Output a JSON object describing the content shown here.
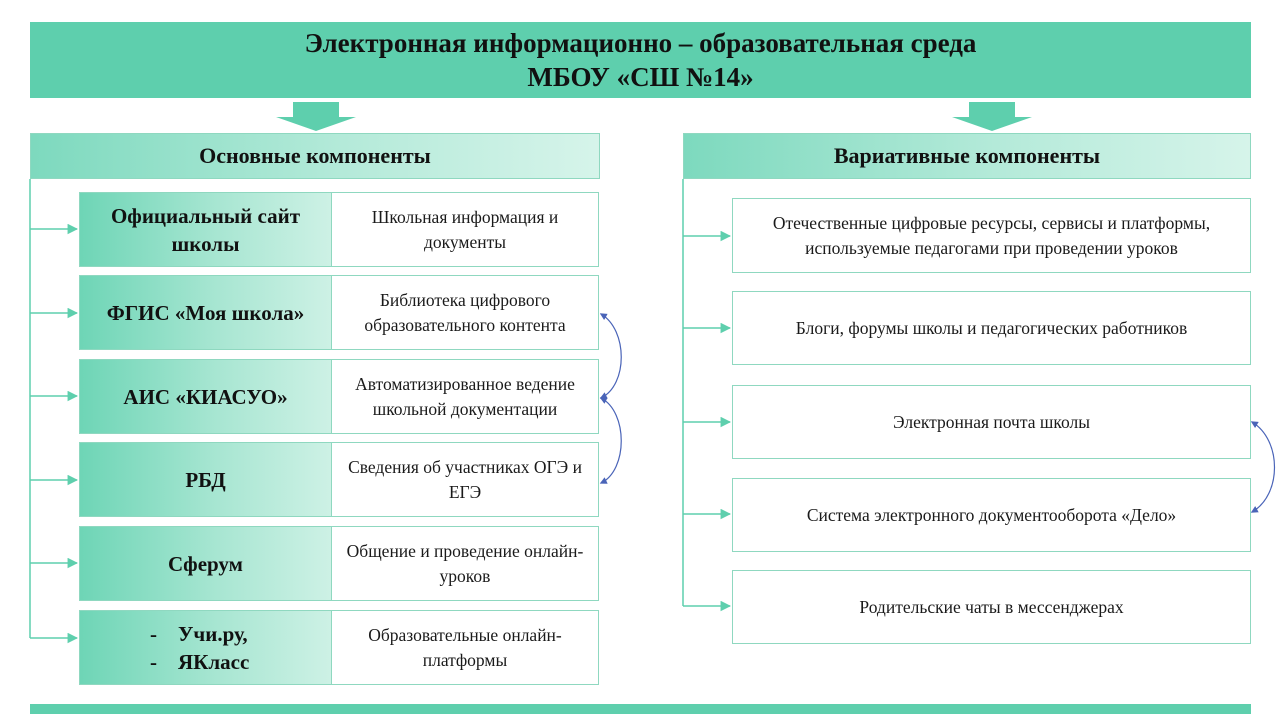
{
  "title": {
    "line1": "Электронная информационно – образовательная среда",
    "line2": "МБОУ «СШ №14»"
  },
  "main_components": {
    "header": "Основные компоненты",
    "rows": [
      {
        "name_lines": [
          "Официальный сайт школы"
        ],
        "description": "Школьная информация  и документы"
      },
      {
        "name_lines": [
          "ФГИС «Моя школа»"
        ],
        "description": "Библиотека цифрового образовательного контента"
      },
      {
        "name_lines": [
          "АИС «КИАСУО»"
        ],
        "description": "Автоматизированное ведение школьной документации"
      },
      {
        "name_lines": [
          "РБД"
        ],
        "description": "Сведения об участниках ОГЭ и ЕГЭ"
      },
      {
        "name_lines": [
          "Сферум"
        ],
        "description": "Общение и проведение онлайн-уроков"
      },
      {
        "name_lines": [
          "Учи.ру,",
          "ЯКласс"
        ],
        "name_bullet": "-",
        "description": "Образовательные онлайн-платформы"
      }
    ]
  },
  "variable_components": {
    "header": "Вариативные компоненты",
    "items": [
      "Отечественные  цифровые ресурсы, сервисы и платформы, используемые педагогами при проведении уроков",
      "Блоги, форумы школы и педагогических работников",
      "Электронная почта школы",
      "Система  электронного документооборота «Дело»",
      "Родительские  чаты в мессенджерах"
    ]
  },
  "colors": {
    "accent": "#5ecfad",
    "connector": "#5ecfad",
    "curve_arrow": "#4a64b8"
  }
}
